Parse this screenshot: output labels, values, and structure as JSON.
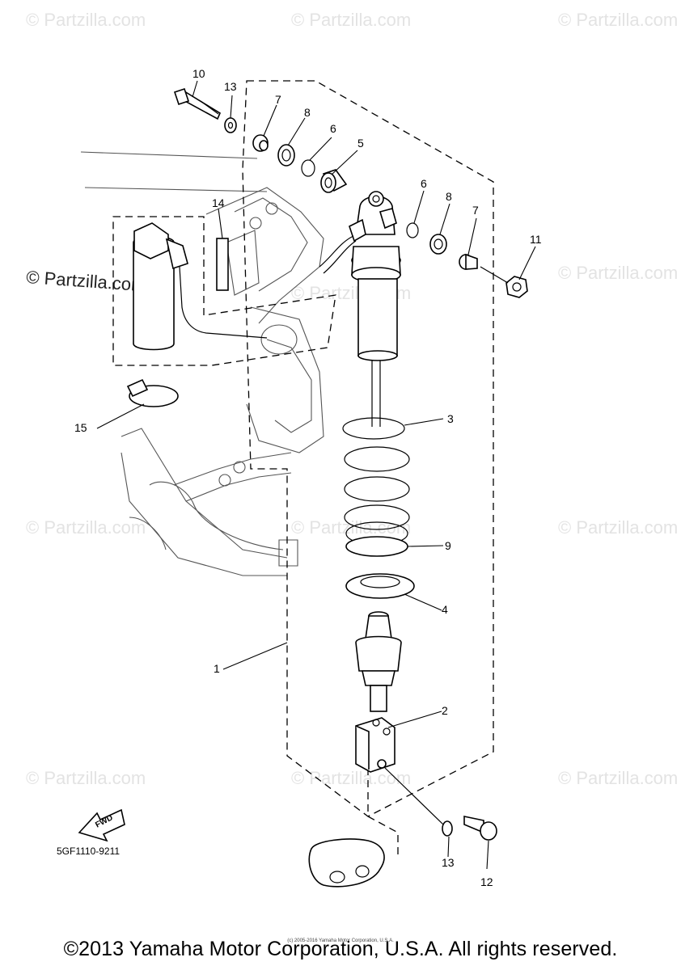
{
  "watermarks": {
    "faint": "© Partzilla.com",
    "strong": "© Partzilla.com"
  },
  "callouts": [
    {
      "id": "10",
      "text": "10"
    },
    {
      "id": "13a",
      "text": "13"
    },
    {
      "id": "7a",
      "text": "7"
    },
    {
      "id": "8a",
      "text": "8"
    },
    {
      "id": "6a",
      "text": "6"
    },
    {
      "id": "5",
      "text": "5"
    },
    {
      "id": "6b",
      "text": "6"
    },
    {
      "id": "8b",
      "text": "8"
    },
    {
      "id": "7b",
      "text": "7"
    },
    {
      "id": "11",
      "text": "11"
    },
    {
      "id": "14",
      "text": "14"
    },
    {
      "id": "15",
      "text": "15"
    },
    {
      "id": "3",
      "text": "3"
    },
    {
      "id": "9",
      "text": "9"
    },
    {
      "id": "4",
      "text": "4"
    },
    {
      "id": "1",
      "text": "1"
    },
    {
      "id": "2",
      "text": "2"
    },
    {
      "id": "13b",
      "text": "13"
    },
    {
      "id": "12",
      "text": "12"
    }
  ],
  "fwd_label": "FWD",
  "diagram_code": "5GF1110-9211",
  "small_print": "(c) 2005-2016 Yamaha Motor Corporation, U.S.A.",
  "copyright": "©2013 Yamaha Motor Corporation, U.S.A. All rights reserved."
}
